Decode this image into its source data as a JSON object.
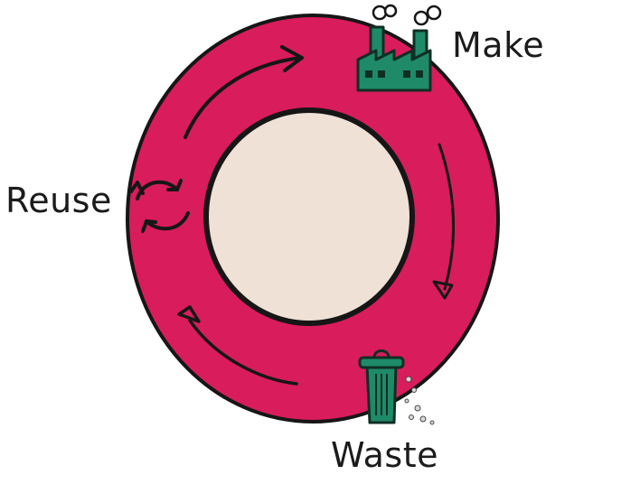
{
  "stages": {
    "make": {
      "label": "Make",
      "icon": "factory-icon"
    },
    "reuse": {
      "label": "Reuse",
      "icon": "recycle-arrows-icon"
    },
    "waste": {
      "label": "Waste",
      "icon": "trash-can-icon"
    }
  },
  "colors": {
    "ring": "#d81c5c",
    "ring_outline": "#161616",
    "center": "#f0e1d6",
    "icon_fill": "#1f8a68",
    "icon_outline": "#0f2f23",
    "arrow": "#161616"
  }
}
